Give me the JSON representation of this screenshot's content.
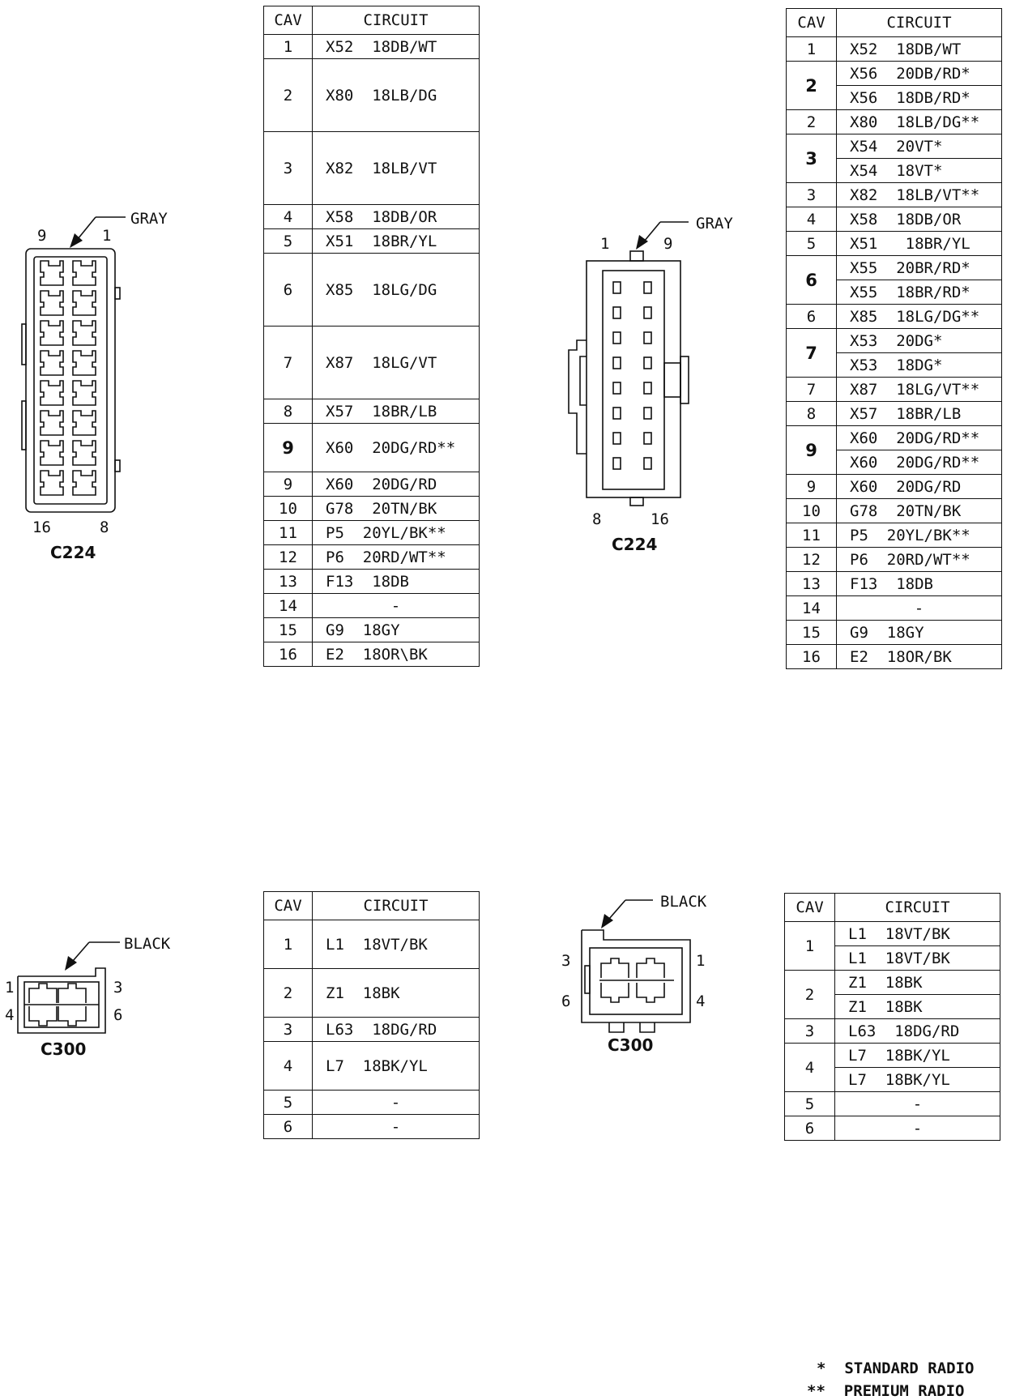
{
  "headers": {
    "cav": "CAV",
    "circuit": "CIRCUIT"
  },
  "connector_c224_left": {
    "name": "C224",
    "color": "GRAY",
    "pin_top_left": "9",
    "pin_top_right": "1",
    "pin_bottom_left": "16",
    "pin_bottom_right": "8"
  },
  "table_c224_left": [
    {
      "cav": "1",
      "circuit": "X52  18DB/WT"
    },
    {
      "cav": "2",
      "circuit": "X80  18LB/DG"
    },
    {
      "cav": "3",
      "circuit": "X82  18LB/VT"
    },
    {
      "cav": "4",
      "circuit": "X58  18DB/OR"
    },
    {
      "cav": "5",
      "circuit": "X51  18BR/YL"
    },
    {
      "cav": "6",
      "circuit": "X85  18LG/DG"
    },
    {
      "cav": "7",
      "circuit": "X87  18LG/VT"
    },
    {
      "cav": "8",
      "circuit": "X57  18BR/LB"
    },
    {
      "cav": "9",
      "circuit": "X60  20DG/RD**",
      "bold": true
    },
    {
      "cav": "9",
      "circuit": "X60  20DG/RD"
    },
    {
      "cav": "10",
      "circuit": "G78  20TN/BK"
    },
    {
      "cav": "11",
      "circuit": "P5  20YL/BK**"
    },
    {
      "cav": "12",
      "circuit": "P6  20RD/WT**"
    },
    {
      "cav": "13",
      "circuit": "F13  18DB"
    },
    {
      "cav": "14",
      "circuit": "-"
    },
    {
      "cav": "15",
      "circuit": "G9  18GY"
    },
    {
      "cav": "16",
      "circuit": "E2  18OR\\BK"
    }
  ],
  "connector_c224_right": {
    "name": "C224",
    "color": "GRAY",
    "pin_top_left": "1",
    "pin_top_right": "9",
    "pin_bottom_left": "8",
    "pin_bottom_right": "16"
  },
  "table_c224_right": [
    {
      "cav": "1",
      "circuit": [
        "X52  18DB/WT"
      ]
    },
    {
      "cav": "2",
      "circuit": [
        "X56  20DB/RD*",
        "X56  18DB/RD*"
      ],
      "bold": true
    },
    {
      "cav": "2",
      "circuit": [
        "X80  18LB/DG**"
      ]
    },
    {
      "cav": "3",
      "circuit": [
        "X54  20VT*",
        "X54  18VT*"
      ],
      "bold": true
    },
    {
      "cav": "3",
      "circuit": [
        "X82  18LB/VT**"
      ]
    },
    {
      "cav": "4",
      "circuit": [
        "X58  18DB/OR"
      ]
    },
    {
      "cav": "5",
      "circuit": [
        "X51   18BR/YL"
      ]
    },
    {
      "cav": "6",
      "circuit": [
        "X55  20BR/RD*",
        "X55  18BR/RD*"
      ],
      "bold": true
    },
    {
      "cav": "6",
      "circuit": [
        "X85  18LG/DG**"
      ]
    },
    {
      "cav": "7",
      "circuit": [
        "X53  20DG*",
        "X53  18DG*"
      ],
      "bold": true
    },
    {
      "cav": "7",
      "circuit": [
        "X87  18LG/VT**"
      ]
    },
    {
      "cav": "8",
      "circuit": [
        "X57  18BR/LB"
      ]
    },
    {
      "cav": "9",
      "circuit": [
        "X60  20DG/RD**",
        "X60  20DG/RD**"
      ],
      "bold": true
    },
    {
      "cav": "9",
      "circuit": [
        "X60  20DG/RD"
      ]
    },
    {
      "cav": "10",
      "circuit": [
        "G78  20TN/BK"
      ]
    },
    {
      "cav": "11",
      "circuit": [
        "P5  20YL/BK**"
      ]
    },
    {
      "cav": "12",
      "circuit": [
        "P6  20RD/WT**"
      ]
    },
    {
      "cav": "13",
      "circuit": [
        "F13  18DB"
      ]
    },
    {
      "cav": "14",
      "circuit": [
        "-"
      ]
    },
    {
      "cav": "15",
      "circuit": [
        "G9  18GY"
      ]
    },
    {
      "cav": "16",
      "circuit": [
        "E2  18OR/BK"
      ]
    }
  ],
  "connector_c300_left": {
    "name": "C300",
    "color": "BLACK",
    "pin_1": "1",
    "pin_3": "3",
    "pin_4": "4",
    "pin_6": "6"
  },
  "table_c300_left": [
    {
      "cav": "1",
      "circuit": "L1  18VT/BK"
    },
    {
      "cav": "2",
      "circuit": "Z1  18BK"
    },
    {
      "cav": "3",
      "circuit": "L63  18DG/RD"
    },
    {
      "cav": "4",
      "circuit": "L7  18BK/YL"
    },
    {
      "cav": "5",
      "circuit": "-"
    },
    {
      "cav": "6",
      "circuit": "-"
    }
  ],
  "connector_c300_right": {
    "name": "C300",
    "color": "BLACK",
    "pin_3": "3",
    "pin_1": "1",
    "pin_6": "6",
    "pin_4": "4"
  },
  "table_c300_right": [
    {
      "cav": "1",
      "circuit": [
        "L1  18VT/BK",
        "L1  18VT/BK"
      ]
    },
    {
      "cav": "2",
      "circuit": [
        "Z1  18BK",
        "Z1  18BK"
      ]
    },
    {
      "cav": "3",
      "circuit": [
        "L63  18DG/RD"
      ]
    },
    {
      "cav": "4",
      "circuit": [
        "L7  18BK/YL",
        "L7  18BK/YL"
      ]
    },
    {
      "cav": "5",
      "circuit": [
        "-"
      ]
    },
    {
      "cav": "6",
      "circuit": [
        "-"
      ]
    }
  ],
  "legend": {
    "standard": "*  STANDARD RADIO",
    "premium": "**  PREMIUM RADIO"
  }
}
